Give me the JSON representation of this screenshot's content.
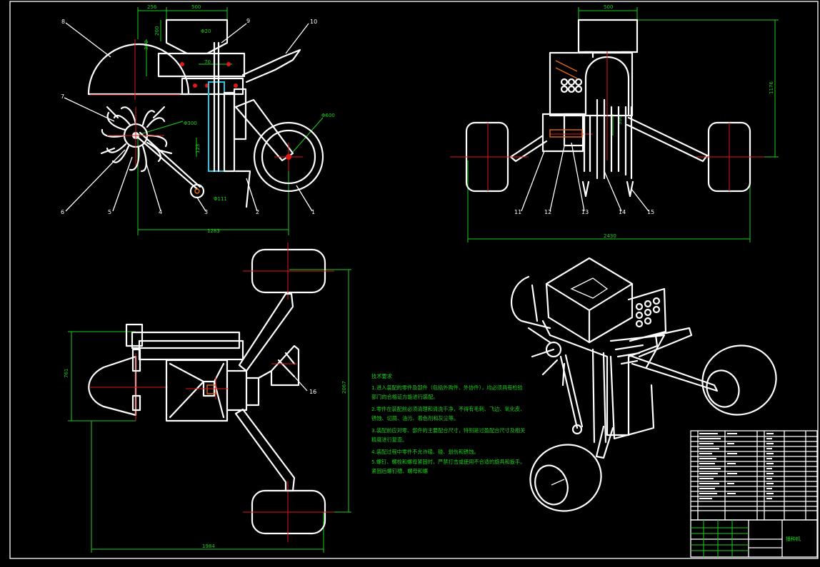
{
  "drawing": {
    "side_view": {
      "dims": {
        "w256": "256",
        "w500": "500",
        "h200": "200",
        "h300": "300",
        "phi20": "Φ20",
        "d70": "70",
        "phi300": "Φ300",
        "d123": "123",
        "phi600": "Φ600",
        "phi111": "Φ111",
        "w1283": "1283"
      },
      "callouts": [
        "8",
        "9",
        "10",
        "7",
        "6",
        "5",
        "4",
        "3",
        "2",
        "1"
      ]
    },
    "rear_view": {
      "dims": {
        "w500": "500",
        "h1176": "1176",
        "h300": "300",
        "w2430": "2430"
      },
      "callouts": [
        "11",
        "12",
        "13",
        "14",
        "15"
      ]
    },
    "top_view": {
      "dims": {
        "h761": "761",
        "h2067": "2067",
        "w1984": "1984"
      },
      "callouts": [
        "16"
      ]
    },
    "notes": {
      "title": "技术要求",
      "lines": [
        "1.进入装配的零件及部件（包括外购件、外协件），均必须具有检验",
        "部门的合格证方能进行装配。",
        "2.零件在装配前必须清理和清洗干净，不得有毛刺、飞边、氧化皮、",
        "锈蚀、切屑、油污、着色剂和灰尘等。",
        "3.装配前应对零、部件的主要配合尺寸，特别是过盈配合尺寸及相关",
        "精度进行复查。",
        "4.装配过程中零件不允许磕、碰、划伤和锈蚀。",
        "5.螺钉、螺栓和螺母紧固时，严禁打击或使用不合适的旋具和扳手。",
        "紧固后螺钉槽、螺母和螺"
      ]
    },
    "title_block": {
      "name": "播种机"
    }
  }
}
